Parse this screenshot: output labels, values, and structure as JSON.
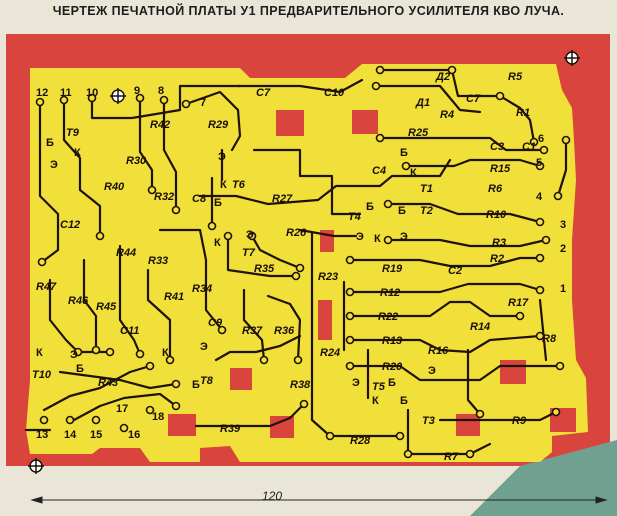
{
  "title": "ЧЕРТЕЖ ПЕЧАТНОЙ ПЛАТЫ У1 ПРЕДВАРИТЕЛЬНОГО УСИЛИТЕЛЯ КВО ЛУЧА.",
  "dimension": "120",
  "colors": {
    "board": "#d9443c",
    "copper": "#f2e03a",
    "trace": "#1f1208",
    "background": "#e9e6d8"
  },
  "resistors": [
    "R1",
    "R2",
    "R3",
    "R4",
    "R5",
    "R6",
    "R7",
    "R8",
    "R9",
    "R10",
    "R12",
    "R13",
    "R14",
    "R15",
    "R16",
    "R17",
    "R19",
    "R20",
    "R22",
    "R23",
    "R24",
    "R25",
    "R26",
    "R27",
    "R28",
    "R29",
    "R30",
    "R32",
    "R33",
    "R34",
    "R35",
    "R36",
    "R37",
    "R38",
    "R39",
    "R40",
    "R41",
    "R42",
    "R43",
    "R44",
    "R45",
    "R46",
    "R47"
  ],
  "capacitors": [
    "C1",
    "C2",
    "C3",
    "C4",
    "C7",
    "C8",
    "C9",
    "C10",
    "C11",
    "C12",
    "C7"
  ],
  "diodes": [
    "Д1",
    "Д2"
  ],
  "transistors": [
    "T1",
    "T2",
    "T3",
    "T4",
    "T5",
    "T6",
    "T7",
    "T8",
    "T9",
    "T10"
  ],
  "pins": [
    "1",
    "2",
    "3",
    "4",
    "5",
    "6",
    "7",
    "8",
    "9",
    "10",
    "11",
    "12",
    "13",
    "14",
    "15",
    "16",
    "17",
    "18"
  ],
  "terminal_letters": [
    "Б",
    "Э",
    "К"
  ]
}
